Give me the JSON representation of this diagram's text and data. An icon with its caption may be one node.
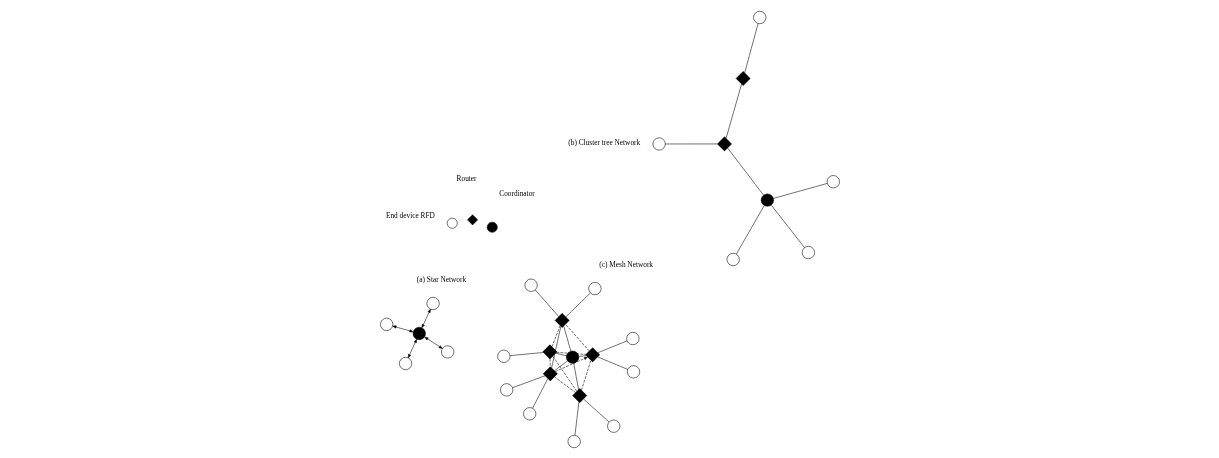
{
  "diagram": {
    "nodes": [
      {
        "text": [],
        "shape": "circle"
      },
      {
        "text": [],
        "shape": "circle"
      },
      {
        "text": [],
        "shape": "circle"
      },
      {
        "text": [],
        "shape": "circle"
      },
      {
        "text": [],
        "shape": "circle"
      },
      {
        "text": [],
        "shape": "diamond"
      },
      {
        "text": [],
        "shape": "circle"
      },
      {
        "text": [],
        "shape": "diamond"
      },
      {
        "text": [],
        "shape": "circle"
      },
      {
        "text": [],
        "shape": "circle"
      },
      {
        "text": [],
        "shape": "circle"
      },
      {
        "text": [],
        "shape": "circle"
      },
      {
        "text": [],
        "shape": "circle"
      },
      {
        "text": [],
        "shape": "circle"
      },
      {
        "text": [],
        "shape": "diamond"
      },
      {
        "text": [],
        "shape": "circle"
      },
      {
        "text": [],
        "shape": "diamond"
      },
      {
        "text": [],
        "shape": "circle"
      },
      {
        "text": [],
        "shape": "diamond"
      },
      {
        "text": [],
        "shape": "circle"
      },
      {
        "text": [],
        "shape": "circle"
      },
      {
        "text": [],
        "shape": "circle"
      },
      {
        "text": [],
        "shape": "circle"
      },
      {
        "text": [],
        "shape": "diamond"
      },
      {
        "text": [],
        "shape": "circle"
      },
      {
        "text": [],
        "shape": "diamond"
      },
      {
        "text": [],
        "shape": "circle"
      },
      {
        "text": [],
        "shape": "circle"
      }
    ],
    "edges": [
      {
        "from": 0,
        "to": 1,
        "arrow": "both"
      },
      {
        "from": 0,
        "to": 2,
        "arrow": "both"
      },
      {
        "from": 0,
        "to": 3,
        "arrow": "both"
      },
      {
        "from": 0,
        "to": 4,
        "arrow": "both"
      },
      {
        "from": 5,
        "to": 6,
        "arrow": "none"
      },
      {
        "from": 5,
        "to": 7,
        "arrow": "none"
      },
      {
        "from": 7,
        "to": 8,
        "arrow": "none"
      },
      {
        "from": 7,
        "to": 9,
        "arrow": "none"
      },
      {
        "from": 9,
        "to": 10,
        "arrow": "none"
      },
      {
        "from": 9,
        "to": 11,
        "arrow": "none"
      },
      {
        "from": 9,
        "to": 12,
        "arrow": "none"
      },
      {
        "from": 14,
        "to": 13,
        "arrow": "none"
      },
      {
        "from": 16,
        "to": 15,
        "arrow": "none"
      },
      {
        "from": 16,
        "to": 17,
        "arrow": "none"
      },
      {
        "from": 18,
        "to": 19,
        "arrow": "none"
      },
      {
        "from": 18,
        "to": 20,
        "arrow": "none"
      },
      {
        "from": 23,
        "to": 22,
        "arrow": "none"
      },
      {
        "from": 23,
        "to": 24,
        "arrow": "none"
      },
      {
        "from": 25,
        "to": 26,
        "arrow": "none"
      },
      {
        "from": 25,
        "to": 27,
        "arrow": "none"
      },
      {
        "from": 21,
        "to": 14,
        "arrow": "none"
      },
      {
        "from": 21,
        "to": 16,
        "arrow": "none"
      },
      {
        "from": 21,
        "to": 18,
        "arrow": "none"
      },
      {
        "from": 21,
        "to": 23,
        "arrow": "none"
      },
      {
        "from": 21,
        "to": 25,
        "arrow": "none"
      },
      {
        "from": 23,
        "to": 25,
        "arrow": "none"
      },
      {
        "from": 14,
        "to": 16,
        "arrow": "none",
        "style": "dashed"
      },
      {
        "from": 14,
        "to": 18,
        "arrow": "none",
        "style": "dashed"
      },
      {
        "from": 16,
        "to": 18,
        "arrow": "none",
        "style": "dashed"
      },
      {
        "from": 14,
        "to": 23,
        "arrow": "none",
        "style": "dashed"
      },
      {
        "from": 14,
        "to": 25,
        "arrow": "none",
        "style": "dashed"
      },
      {
        "from": 16,
        "to": 23,
        "arrow": "none",
        "style": "dashed"
      },
      {
        "from": 18,
        "to": 25,
        "arrow": "none",
        "style": "dashed"
      },
      {
        "from": 23,
        "to": 18,
        "arrow": "to",
        "style": "dashed"
      }
    ],
    "labels": [
      "(a) Star Network",
      "(b) Cluster tree Network",
      "(c) Mesh Network"
    ],
    "legend": [
      {
        "text": "Coordinator"
      },
      {
        "text": "Router"
      },
      {
        "text": "End device RFD"
      }
    ]
  }
}
